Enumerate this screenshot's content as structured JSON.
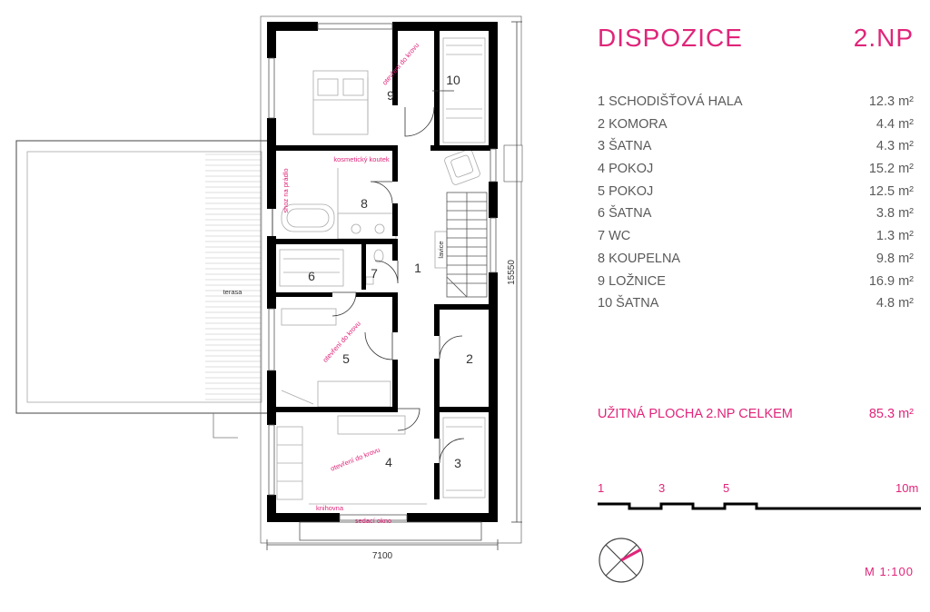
{
  "header": {
    "title": "DISPOZICE",
    "floor": "2.NP"
  },
  "rooms": [
    {
      "no": "1",
      "name": "SCHODIŠŤOVÁ HALA",
      "area": "12.3 m²"
    },
    {
      "no": "2",
      "name": "KOMORA",
      "area": "4.4 m²"
    },
    {
      "no": "3",
      "name": "ŠATNA",
      "area": "4.3 m²"
    },
    {
      "no": "4",
      "name": "POKOJ",
      "area": "15.2 m²"
    },
    {
      "no": "5",
      "name": "POKOJ",
      "area": "12.5 m²"
    },
    {
      "no": "6",
      "name": "ŠATNA",
      "area": "3.8 m²"
    },
    {
      "no": "7",
      "name": "WC",
      "area": "1.3 m²"
    },
    {
      "no": "8",
      "name": "KOUPELNA",
      "area": "9.8 m²"
    },
    {
      "no": "9",
      "name": "LOŽNICE",
      "area": "16.9 m²"
    },
    {
      "no": "10",
      "name": "ŠATNA",
      "area": "4.8 m²"
    }
  ],
  "total": {
    "label": "UŽITNÁ PLOCHA 2.NP CELKEM",
    "area": "85.3 m²"
  },
  "scale_bar": {
    "labels": [
      "1",
      "3",
      "5",
      "10m"
    ]
  },
  "scale": "M 1:100",
  "plan": {
    "dimension_width": "7100",
    "dimension_depth": "15550",
    "annotations": {
      "terrace": "terasa",
      "cosmetic": "kosmetický koutek",
      "laundry": "shoz na prádlo",
      "bench": "lavice",
      "library": "knihovna",
      "window_seat": "sedací okno",
      "roof_opening_9": "otevření do krovu",
      "roof_opening_5": "otevření do krovu",
      "roof_opening_4": "otevření do krovu"
    }
  },
  "colors": {
    "accent": "#e0257a",
    "text": "#5a5a5a",
    "wall": "#000000"
  },
  "icons": {
    "north": "north-arrow-icon"
  }
}
